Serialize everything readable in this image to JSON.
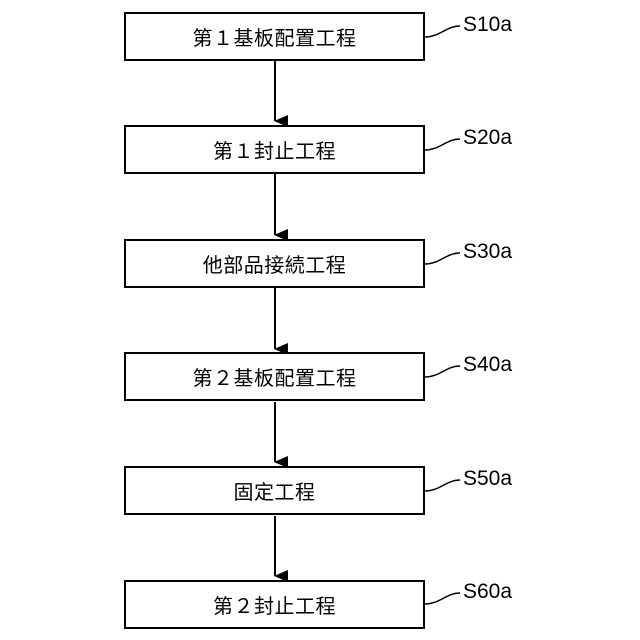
{
  "steps": [
    {
      "text": "第１基板配置工程",
      "label": "S10a"
    },
    {
      "text": "第１封止工程",
      "label": "S20a"
    },
    {
      "text": "他部品接続工程",
      "label": "S30a"
    },
    {
      "text": "第２基板配置工程",
      "label": "S40a"
    },
    {
      "text": "固定工程",
      "label": "S50a"
    },
    {
      "text": "第２封止工程",
      "label": "S60a"
    }
  ]
}
